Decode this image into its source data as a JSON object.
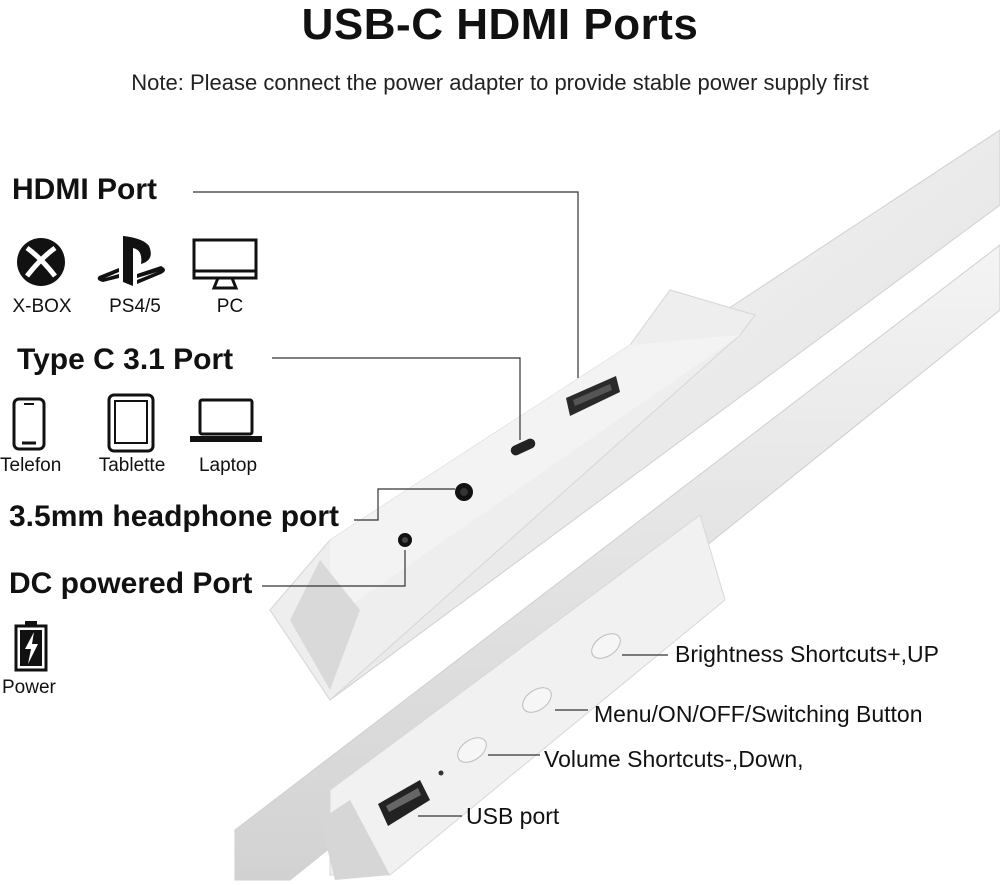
{
  "title": "USB-C HDMI Ports",
  "note": "Note: Please connect the power adapter to provide stable power supply first",
  "ports": {
    "hdmi": {
      "label": "HDMI Port",
      "devices": [
        {
          "icon": "xbox-icon",
          "label": "X-BOX"
        },
        {
          "icon": "playstation-icon",
          "label": "PS4/5"
        },
        {
          "icon": "monitor-icon",
          "label": "PC"
        }
      ]
    },
    "typec": {
      "label": "Type C 3.1 Port",
      "devices": [
        {
          "icon": "phone-icon",
          "label": "Telefon"
        },
        {
          "icon": "tablet-icon",
          "label": "Tablette"
        },
        {
          "icon": "laptop-icon",
          "label": "Laptop"
        }
      ]
    },
    "headphone": {
      "label": "3.5mm headphone port"
    },
    "dc": {
      "label": "DC powered Port",
      "devices": [
        {
          "icon": "battery-charging-icon",
          "label": "Power"
        }
      ]
    }
  },
  "buttons": {
    "brightness": "Brightness Shortcuts+,UP",
    "menu": "Menu/ON/OFF/Switching Button",
    "volume": "Volume Shortcuts-,Down,",
    "usb": "USB port"
  }
}
